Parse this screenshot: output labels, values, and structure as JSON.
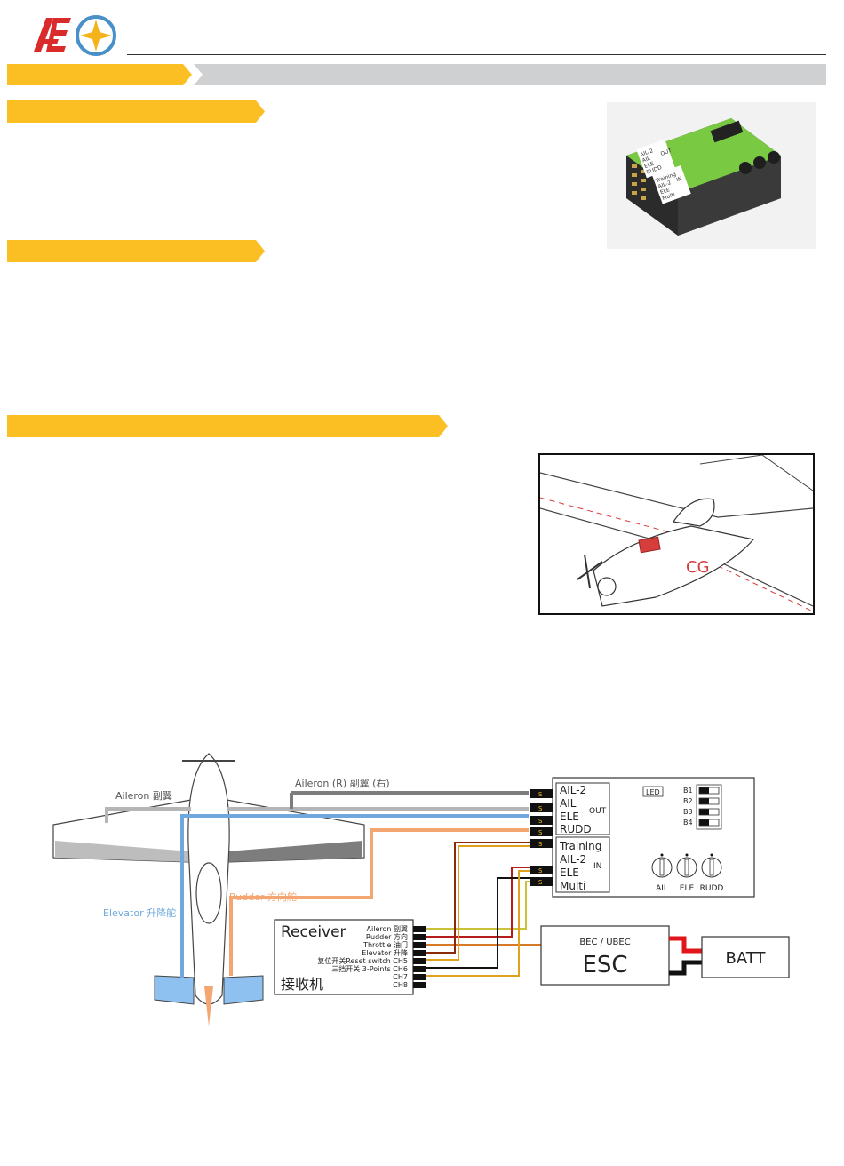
{
  "header": {
    "logo": {
      "text": "AE",
      "icon": "compass-star-icon"
    }
  },
  "colors": {
    "accent": "#fbbf24",
    "banner_gray": "#cfd0d1",
    "aileron_wire": "#b5b5b5",
    "aileron_r_wire": "#7d7d7d",
    "elevator_wire": "#6fa8dc",
    "rudder_wire": "#f4a672",
    "elevator_label": "#6fa8dc",
    "rudder_label": "#f4a672",
    "cg_red": "#d63d3d",
    "batt_red": "#e0161b"
  },
  "product": {
    "out_labels": [
      "AIL-2",
      "AIL",
      "ELE",
      "RUDD"
    ],
    "out_tag": "OUT",
    "in_labels": [
      "Training",
      "AIL-2",
      "ELE",
      "Multi"
    ],
    "in_tag": "IN"
  },
  "cg_illustration": {
    "label": "CG"
  },
  "diagram": {
    "aileron_label": "Aileron 副翼",
    "aileron_r_label": "Aileron (R) 副翼 (右)",
    "elevator_label": "Elevator 升降舵",
    "rudder_label": "Rudder 方向舵",
    "receiver": {
      "title": "Receiver",
      "subtitle": "接收机",
      "channels": [
        "Aileron 副翼",
        "Rudder 方向",
        "Throttle 油门",
        "Elevator 升降",
        "复位开关Reset switch CH5",
        "三挡开关 3-Points CH6",
        "CH7",
        "CH8"
      ]
    },
    "gyro": {
      "out_labels": [
        "AIL-2",
        "AIL",
        "ELE",
        "RUDD"
      ],
      "out_tag": "OUT",
      "in_labels": [
        "Training",
        "AIL-2",
        "ELE",
        "Multi"
      ],
      "in_tag": "IN",
      "led": "LED",
      "switches": [
        "B1",
        "B2",
        "B3",
        "B4"
      ],
      "knobs": [
        "AIL",
        "ELE",
        "RUDD"
      ],
      "pin_label": "S"
    },
    "esc": {
      "title": "BEC / UBEC",
      "name": "ESC"
    },
    "batt": "BATT"
  }
}
